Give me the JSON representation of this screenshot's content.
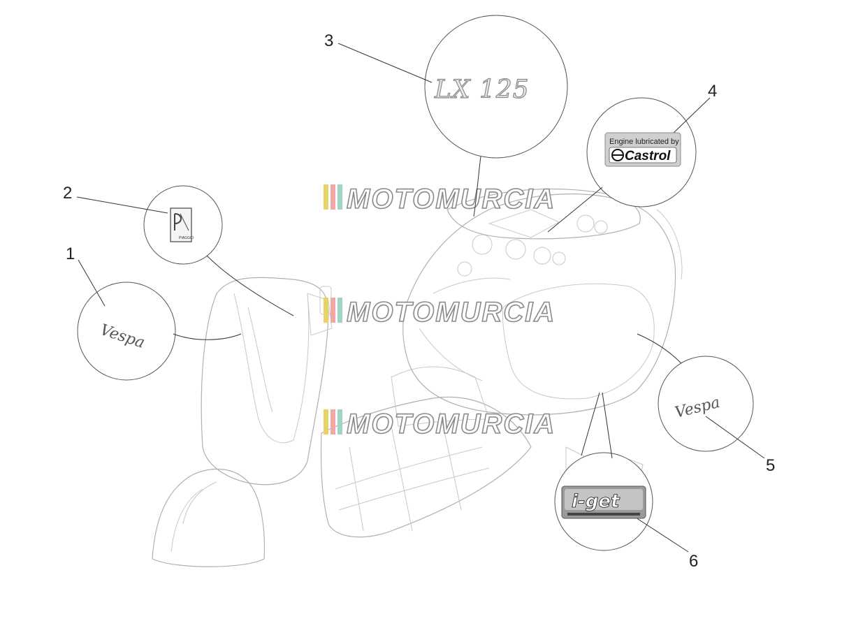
{
  "callouts": [
    {
      "number": "1",
      "part": "vespa-logo"
    },
    {
      "number": "2",
      "part": "piaggio-badge"
    },
    {
      "number": "3",
      "part": "lx125-decal"
    },
    {
      "number": "4",
      "part": "castrol-sticker"
    },
    {
      "number": "5",
      "part": "vespa-logo"
    },
    {
      "number": "6",
      "part": "iget-badge"
    }
  ],
  "decals": {
    "lx125": "LX 125",
    "castrol_line1": "Engine lubricated by",
    "castrol_brand": "Castrol",
    "vespa_script": "Vespa",
    "iget": "i-get",
    "piaggio": "PIAGGIO"
  },
  "watermark": {
    "text": "MOTOMURCIA",
    "stripe_colors": [
      "#e8d36a",
      "#f2a7a7",
      "#9fd4c7",
      "#d9d9d9"
    ]
  },
  "colors": {
    "line": "#c8c8c8",
    "leader": "#333333",
    "castrol_green": "#1f7a3a",
    "castrol_red": "#cc1f2a"
  }
}
